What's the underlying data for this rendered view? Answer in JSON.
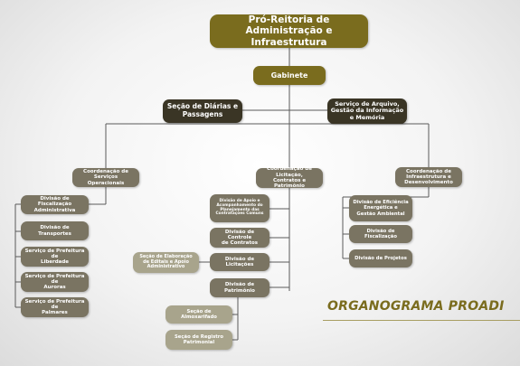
{
  "top": {
    "title": "Pró-Reitoria de\nAdministração e Infraestrutura"
  },
  "gabinete": "Gabinete",
  "staff": {
    "diarias": "Seção de Diárias e\nPassagens",
    "arquivo": "Serviço de Arquivo,\nGestão da Informação\ne Memória"
  },
  "coordinations": {
    "servicos": {
      "label": "Coordenação de\nServiços Operacionais",
      "units": [
        "Divisão de Fiscalização\nAdministrativa",
        "Divisão de Transportes",
        "Serviço de Prefeitura de\nLiberdade",
        "Serviço de Prefeitura de\nAuroras",
        "Serviço de Prefeitura de\nPalmares"
      ]
    },
    "licitacao": {
      "label": "Coordenação de Licitação,\nContratos e Patrimônio",
      "units": [
        "Divisão de Apoio e\nAcompanhamento do\nPlanejamento das\nContratações Comuns",
        "Divisão de Controle\nde Contratos",
        "Divisão de Licitações",
        "Divisão de Patrimônio"
      ],
      "side": "Seção de Elaboração\nde Editais e Apoio\nAdministrativo",
      "patrimonio_units": [
        "Seção de Almoxarifado",
        "Seção de Registro\nPatrimonial"
      ]
    },
    "infra": {
      "label": "Coordenação de\nInfraestrutura e\nDesenvolvimento",
      "units": [
        "Divisão de Eficiência\nEnergética e\nGestão Ambiental",
        "Divisão de Fiscalização",
        "Divisão de Projetos"
      ]
    }
  },
  "org_title": "ORGANOGRAMA PROADI",
  "colors": {
    "olive": "#7a6c1e",
    "dark": "#3a3525",
    "gray": "#7a7462",
    "light": "#a8a48c",
    "line": "#5a5a5a"
  }
}
